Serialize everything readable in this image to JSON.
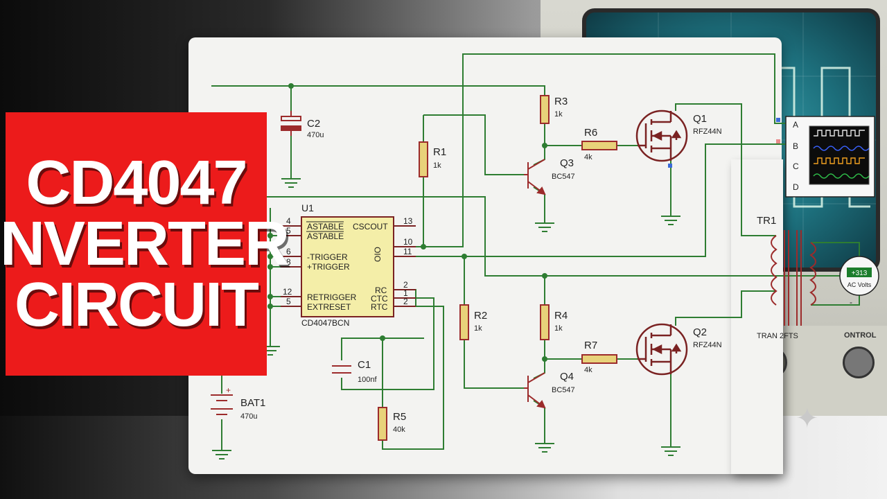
{
  "title": {
    "line1": "CD4047",
    "line2": "INVERTER",
    "line3": "CIRCUIT"
  },
  "u1": {
    "ref": "U1",
    "part": "CD4047BCN",
    "pins_left": [
      {
        "num": "4",
        "label": "ASTABLE"
      },
      {
        "num": "5",
        "label": "ASTABLE"
      },
      {
        "num": "6",
        "label": "-TRIGGER"
      },
      {
        "num": "8",
        "label": "+TRIGGER"
      },
      {
        "num": "12",
        "label": "RETRIGGER"
      },
      {
        "num": "5",
        "label": "EXTRESET"
      }
    ],
    "pins_right": [
      {
        "num": "13",
        "label": "CSCOUT"
      },
      {
        "num": "10",
        "label": ""
      },
      {
        "num": "11",
        "label": ""
      },
      {
        "num": "2",
        "label": "RC"
      },
      {
        "num": "1",
        "label": "CTC"
      },
      {
        "num": "2",
        "label": "RTC"
      }
    ],
    "osc_label": "OIO"
  },
  "components": {
    "c2": {
      "ref": "C2",
      "value": "470u"
    },
    "c1": {
      "ref": "C1",
      "value": "100nf"
    },
    "bat1": {
      "ref": "BAT1",
      "value": "470u"
    },
    "r1": {
      "ref": "R1",
      "value": "1k"
    },
    "r2": {
      "ref": "R2",
      "value": "1k"
    },
    "r3": {
      "ref": "R3",
      "value": "1k"
    },
    "r4": {
      "ref": "R4",
      "value": "1k"
    },
    "r5": {
      "ref": "R5",
      "value": "40k"
    },
    "r6": {
      "ref": "R6",
      "value": "4k"
    },
    "r7": {
      "ref": "R7",
      "value": "4k"
    },
    "q1": {
      "ref": "Q1",
      "value": "RFZ44N"
    },
    "q2": {
      "ref": "Q2",
      "value": "RFZ44N"
    },
    "q3": {
      "ref": "Q3",
      "value": "BC547"
    },
    "q4": {
      "ref": "Q4",
      "value": "BC547"
    },
    "tr1": {
      "ref": "TR1",
      "value": "TRAN 2FTS"
    }
  },
  "scope_channels": [
    "A",
    "B",
    "C",
    "D"
  ],
  "voltmeter": {
    "reading": "+313",
    "unit": "AC Volts",
    "minus": "-"
  },
  "scope_panel": {
    "control_label": "ONTROL"
  },
  "colors": {
    "title_bg": "#ec1b1b",
    "wire": "#2e7d32",
    "component": "#9c2b2b",
    "sheet": "#f3f3f1"
  }
}
